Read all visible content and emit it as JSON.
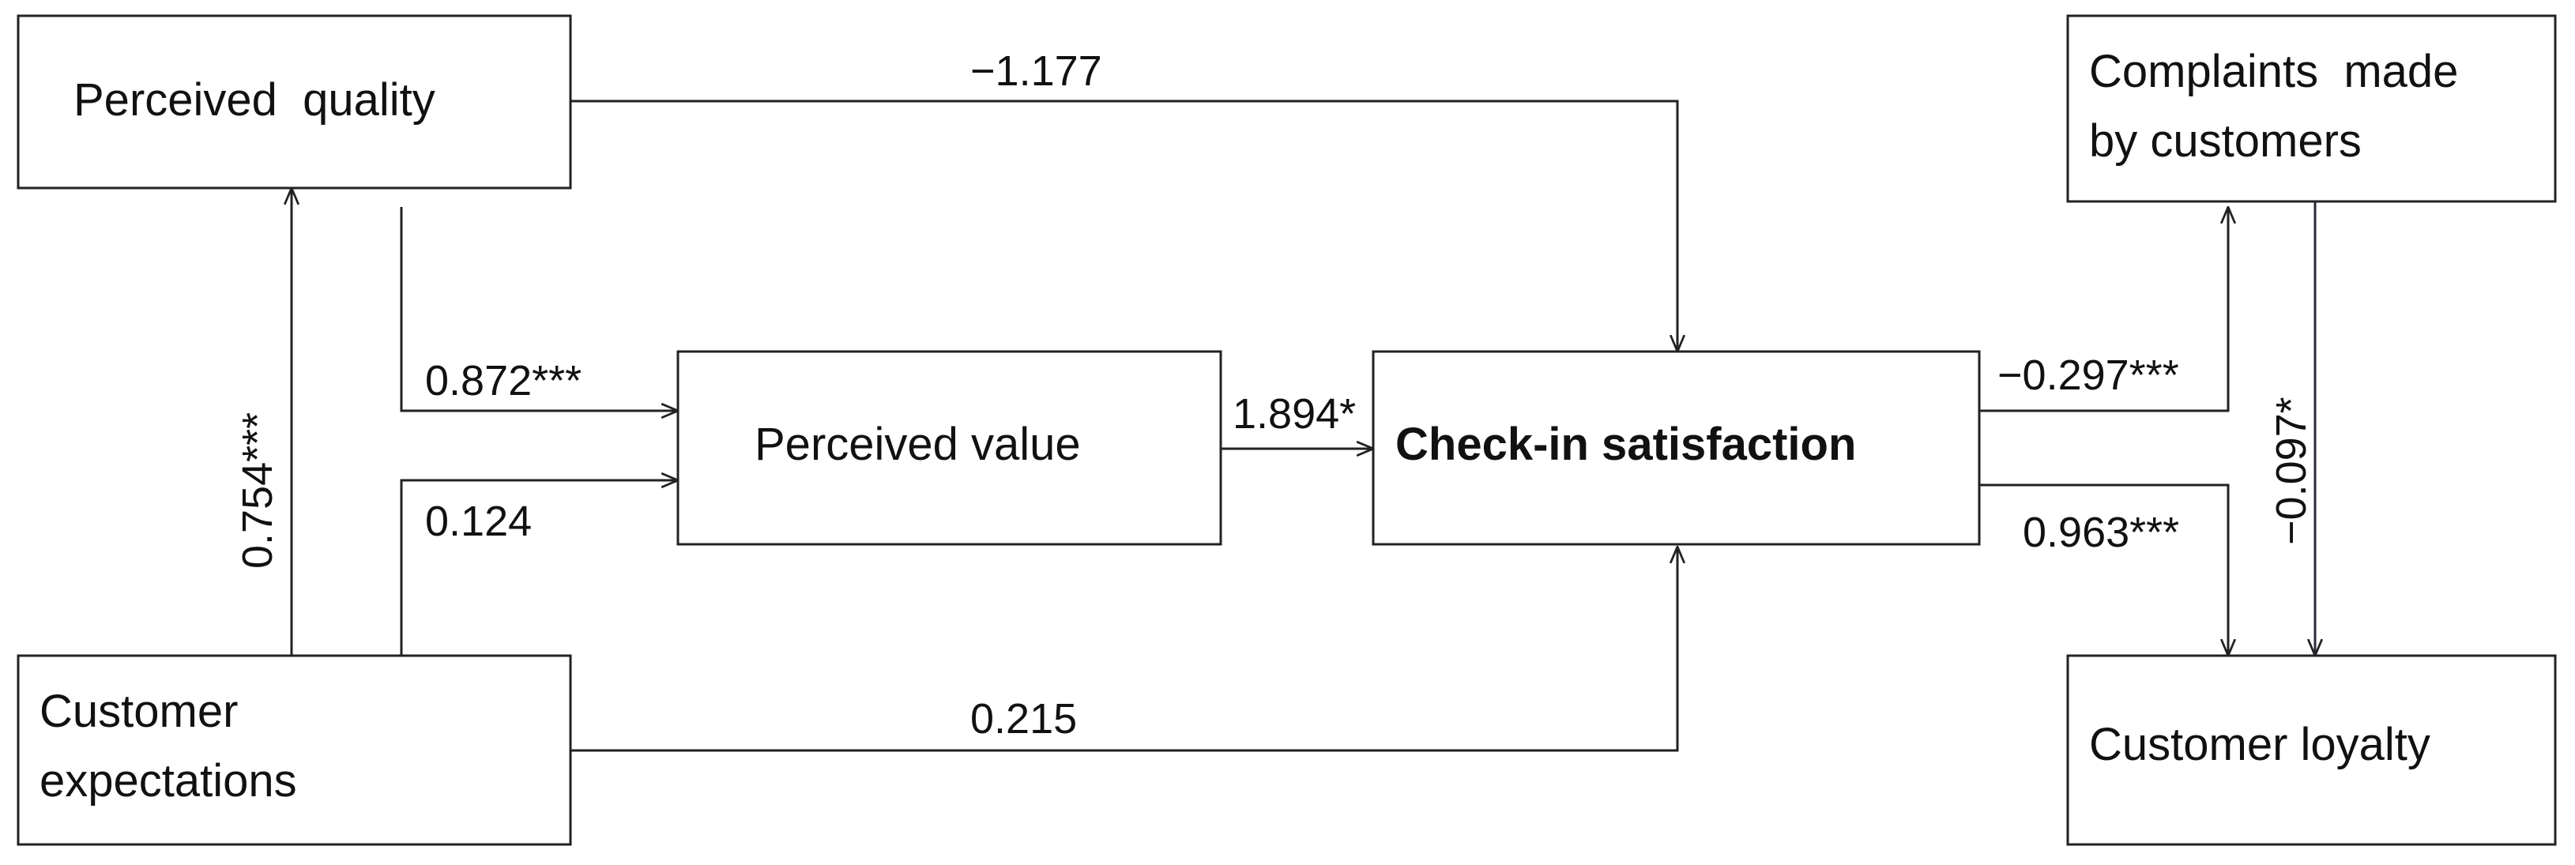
{
  "nodes": {
    "perceived_quality": "Perceived  quality",
    "customer_expectations_line1": "Customer",
    "customer_expectations_line2": "expectations",
    "perceived_value": "Perceived value",
    "check_in_satisfaction": "Check-in satisfaction",
    "complaints_line1": "Complaints  made",
    "complaints_line2": "by customers",
    "customer_loyalty": "Customer loyalty"
  },
  "paths": {
    "quality_to_satisfaction": "−1.177",
    "quality_to_value": "0.872***",
    "expectations_to_quality": "0.754***",
    "expectations_to_value": "0.124",
    "expectations_to_satisfaction": "0.215",
    "value_to_satisfaction": "1.894*",
    "satisfaction_to_complaints": "−0.297***",
    "satisfaction_to_loyalty": "0.963***",
    "complaints_to_loyalty": "−0.097*"
  },
  "colors": {
    "line": "#222222",
    "text": "#111111",
    "background": "#ffffff"
  }
}
